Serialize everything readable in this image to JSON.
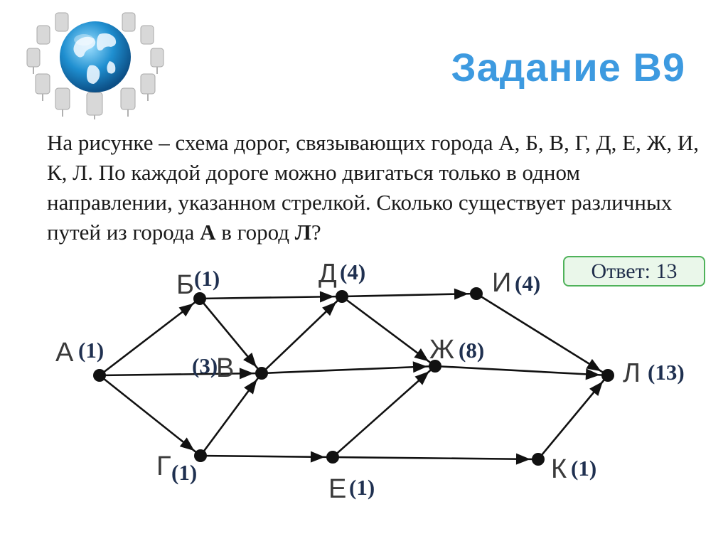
{
  "slide": {
    "title": "Задание В9",
    "question": {
      "part1": "На рисунке – схема дорог, связывающих города А, Б, В, Г, Д, Е, Ж, И, К, Л. По каждой дороге можно двигаться только в одном направлении, указанном стрелкой. Сколько существует различных путей из города ",
      "from": "А",
      "part2": " в город ",
      "to": "Л",
      "part3": "?"
    },
    "answer": "Ответ: 13"
  },
  "graph": {
    "nodes": [
      {
        "id": "A",
        "label": "А",
        "count": "(1)"
      },
      {
        "id": "B",
        "label": "Б",
        "count": "(1)"
      },
      {
        "id": "V",
        "label": "В",
        "count": "(3)"
      },
      {
        "id": "G",
        "label": "Г",
        "count": "(1)"
      },
      {
        "id": "D",
        "label": "Д",
        "count": "(4)"
      },
      {
        "id": "E",
        "label": "Е",
        "count": "(1)"
      },
      {
        "id": "ZH",
        "label": "Ж",
        "count": "(8)"
      },
      {
        "id": "I",
        "label": "И",
        "count": "(4)"
      },
      {
        "id": "K",
        "label": "К",
        "count": "(1)"
      },
      {
        "id": "L",
        "label": "Л",
        "count": "(13)"
      }
    ],
    "edges": [
      [
        "A",
        "B"
      ],
      [
        "A",
        "V"
      ],
      [
        "A",
        "G"
      ],
      [
        "B",
        "D"
      ],
      [
        "B",
        "V"
      ],
      [
        "G",
        "V"
      ],
      [
        "G",
        "E"
      ],
      [
        "V",
        "D"
      ],
      [
        "V",
        "ZH"
      ],
      [
        "D",
        "I"
      ],
      [
        "D",
        "ZH"
      ],
      [
        "E",
        "ZH"
      ],
      [
        "E",
        "K"
      ],
      [
        "I",
        "L"
      ],
      [
        "ZH",
        "L"
      ],
      [
        "K",
        "L"
      ]
    ],
    "colors": {
      "line": "#111111",
      "node": "#111111",
      "count": "#1f3050",
      "label": "#3a3a3a"
    }
  }
}
